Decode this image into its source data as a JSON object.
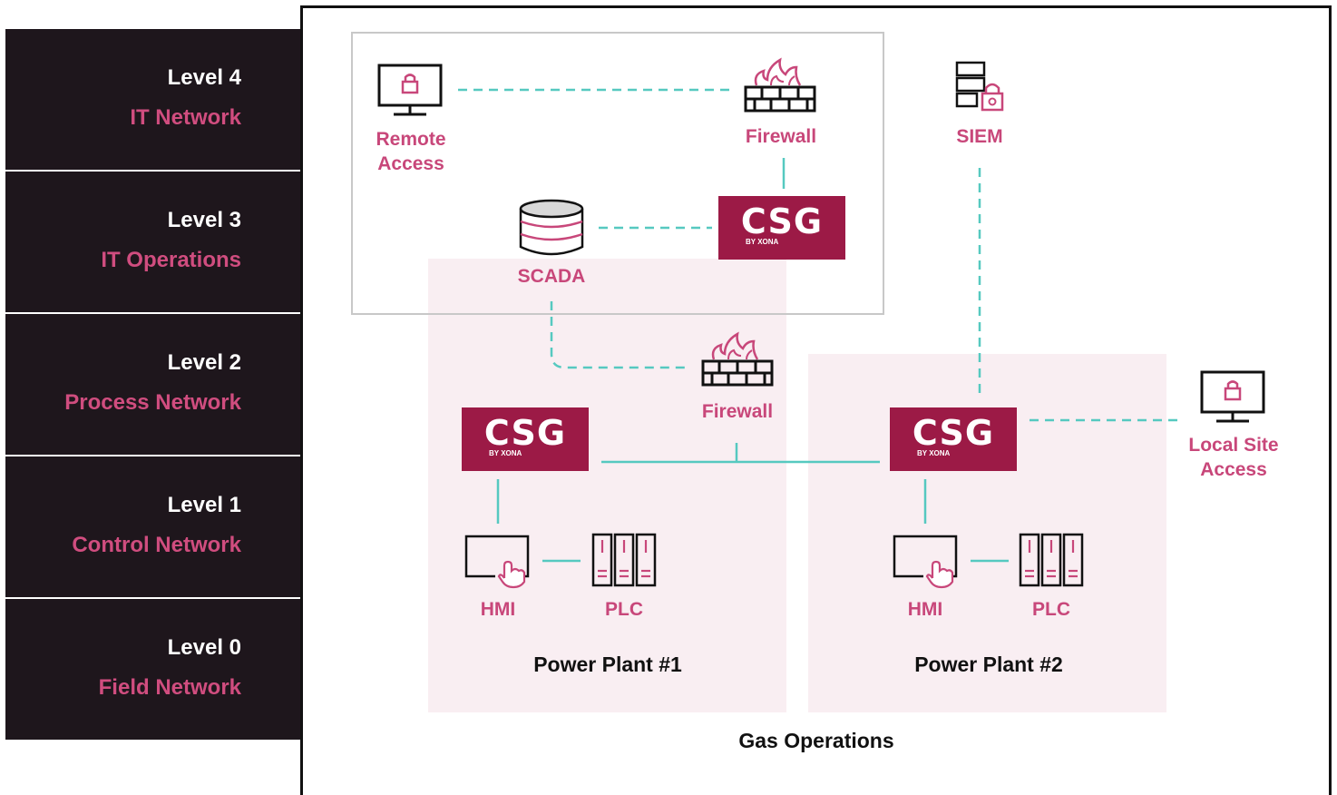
{
  "levels": [
    {
      "num": "Level 4",
      "name": "IT Network"
    },
    {
      "num": "Level 3",
      "name": "IT Operations"
    },
    {
      "num": "Level 2",
      "name": "Process Network"
    },
    {
      "num": "Level 1",
      "name": "Control Network"
    },
    {
      "num": "Level 0",
      "name": "Field Network"
    }
  ],
  "nodes": {
    "remote_access": "Remote\nAccess",
    "firewall_top": "Firewall",
    "siem": "SIEM",
    "scada": "SCADA",
    "firewall_mid": "Firewall",
    "local_site_access": "Local Site\nAccess",
    "hmi1": "HMI",
    "plc1": "PLC",
    "hmi2": "HMI",
    "plc2": "PLC"
  },
  "csg": {
    "logo": "CSG",
    "sub": "BY XONA"
  },
  "plants": {
    "p1": "Power Plant #1",
    "p2": "Power Plant #2"
  },
  "footer": "Gas Operations",
  "colors": {
    "dark": "#1e161c",
    "accent": "#c8477a",
    "csg": "#9c1a46",
    "link": "#56c9c0",
    "plant_bg": "#f9eef2"
  }
}
